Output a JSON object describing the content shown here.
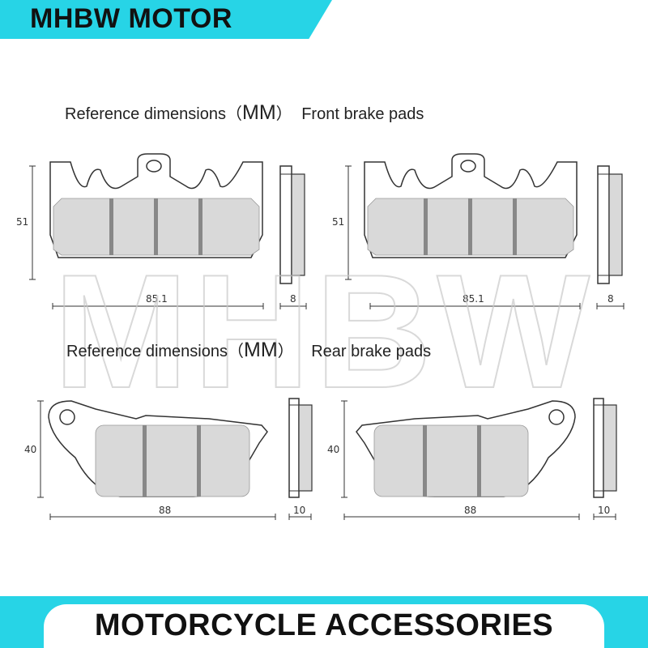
{
  "brand": {
    "name": "MHBW MOTOR"
  },
  "watermark": "MHBW",
  "footer": {
    "text": "MOTORCYCLE ACCESSORIES"
  },
  "sections": {
    "front": {
      "prefix": "Reference dimensions（",
      "unit": "MM",
      "suffix": "）",
      "label": "Front brake pads"
    },
    "rear": {
      "prefix": "Reference dimensions（",
      "unit": "MM",
      "suffix": "）",
      "label": "Rear brake pads"
    }
  },
  "dimensions": {
    "front": {
      "height": "51",
      "width": "85.1",
      "thickness": "8"
    },
    "rear": {
      "height": "40",
      "width": "88",
      "thickness": "10"
    }
  },
  "colors": {
    "accent": "#27d4e6",
    "pad_fill": "#d9d9d9",
    "outline": "#333333"
  }
}
